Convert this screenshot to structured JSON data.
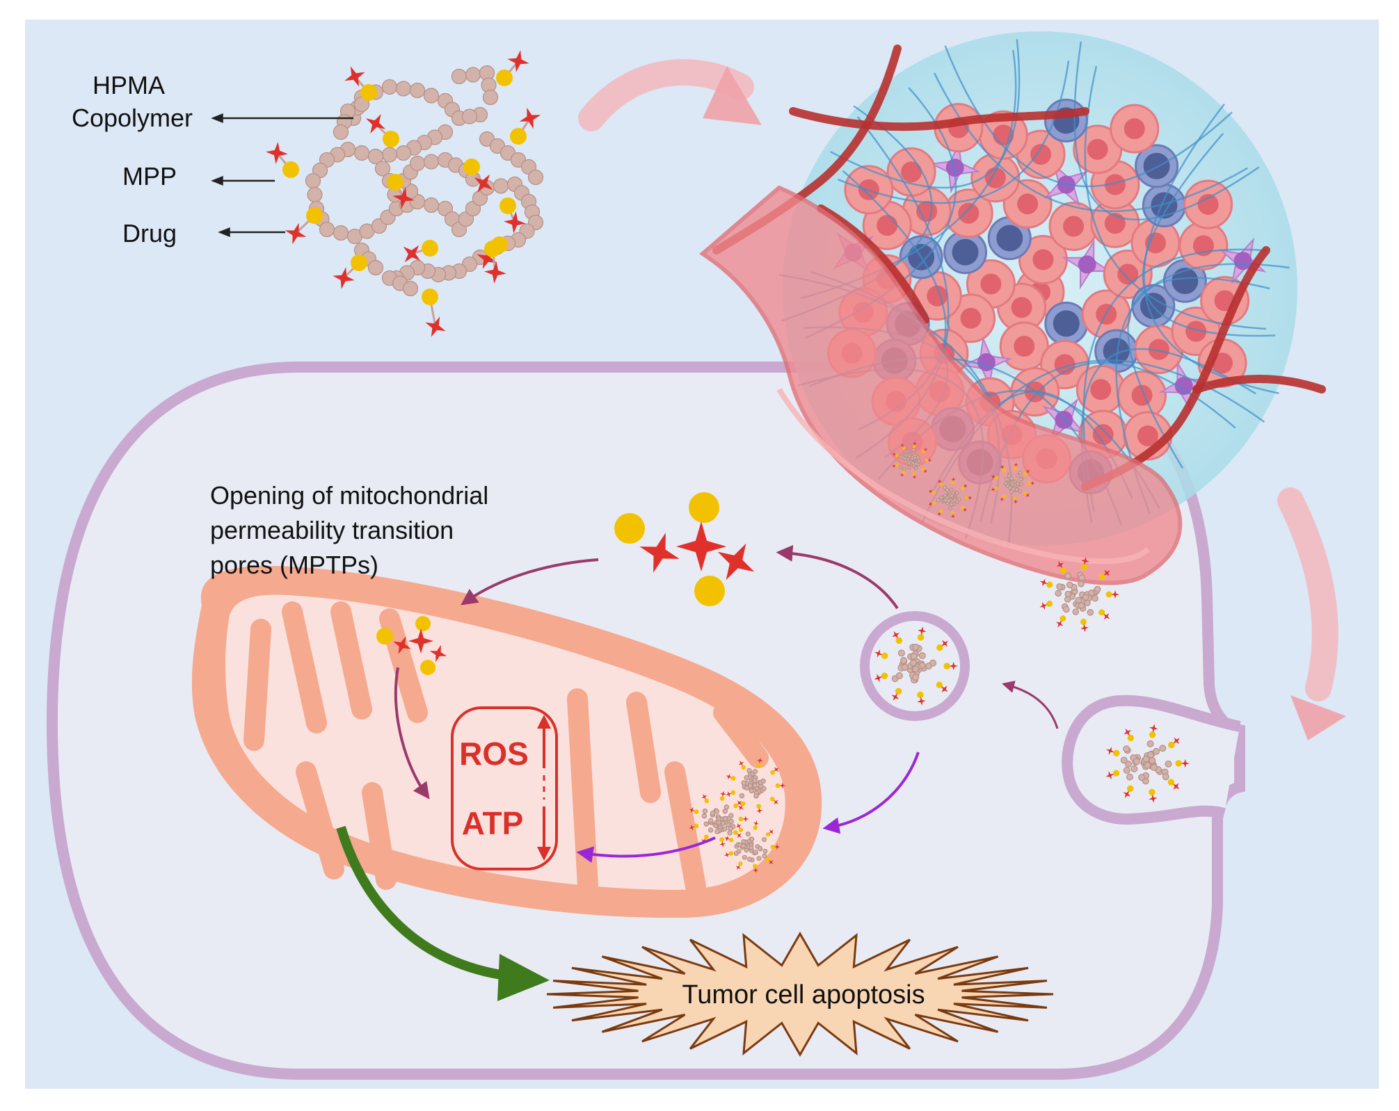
{
  "legend": {
    "hpma_line1": "HPMA",
    "hpma_line2": "Copolymer",
    "mpp": "MPP",
    "drug": "Drug"
  },
  "mptp_label": {
    "line1": "Opening of mitochondrial",
    "line2": "permeability transition",
    "line3": "pores (MPTPs)"
  },
  "markers": {
    "ros": "ROS",
    "atp": "ATP"
  },
  "outcome": "Tumor cell apoptosis",
  "colors": {
    "background": "#dce8f5",
    "cell_fill": "#e8ebf4",
    "membrane": "#c9a9cf",
    "mitochondrion": "#f5a98f",
    "bead": "#d2b2a9",
    "mpp_yellow": "#f2c200",
    "drug_red": "#e0302b",
    "ros_atp_red": "#d9302a",
    "green_arrow": "#3f7b1c",
    "purple_arrow": "#9a27d6"
  }
}
